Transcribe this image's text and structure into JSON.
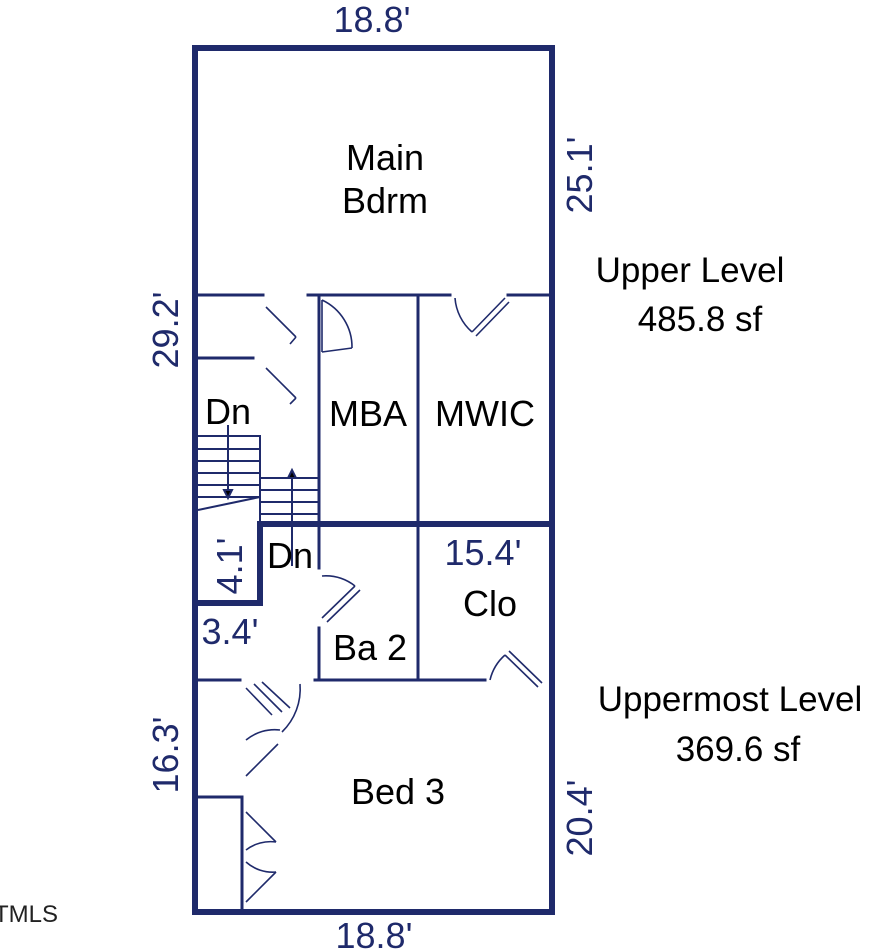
{
  "dimensions": {
    "top_width": "18.8'",
    "bottom_width": "18.8'",
    "upper_right": "25.1'",
    "upper_left": "29.2'",
    "stair_notch_height": "4.1'",
    "stair_notch_width": "3.4'",
    "uppermost_width": "15.4'",
    "lower_left": "16.3'",
    "lower_right": "20.4'"
  },
  "rooms": {
    "main_line1": "Main",
    "main_line2": "Bdrm",
    "mba": "MBA",
    "mwic": "MWIC",
    "dn_upper": "Dn",
    "dn_lower": "Dn",
    "closet": "Clo",
    "bath2": "Ba 2",
    "bed3": "Bed 3"
  },
  "levels": {
    "upper_name": "Upper Level",
    "upper_area": "485.8 sf",
    "uppermost_name": "Uppermost Level",
    "uppermost_area": "369.6 sf"
  },
  "watermark": "TMLS",
  "colors": {
    "wall": "#1f2a6b",
    "label": "#000000",
    "dimension": "#1f2a6b"
  }
}
